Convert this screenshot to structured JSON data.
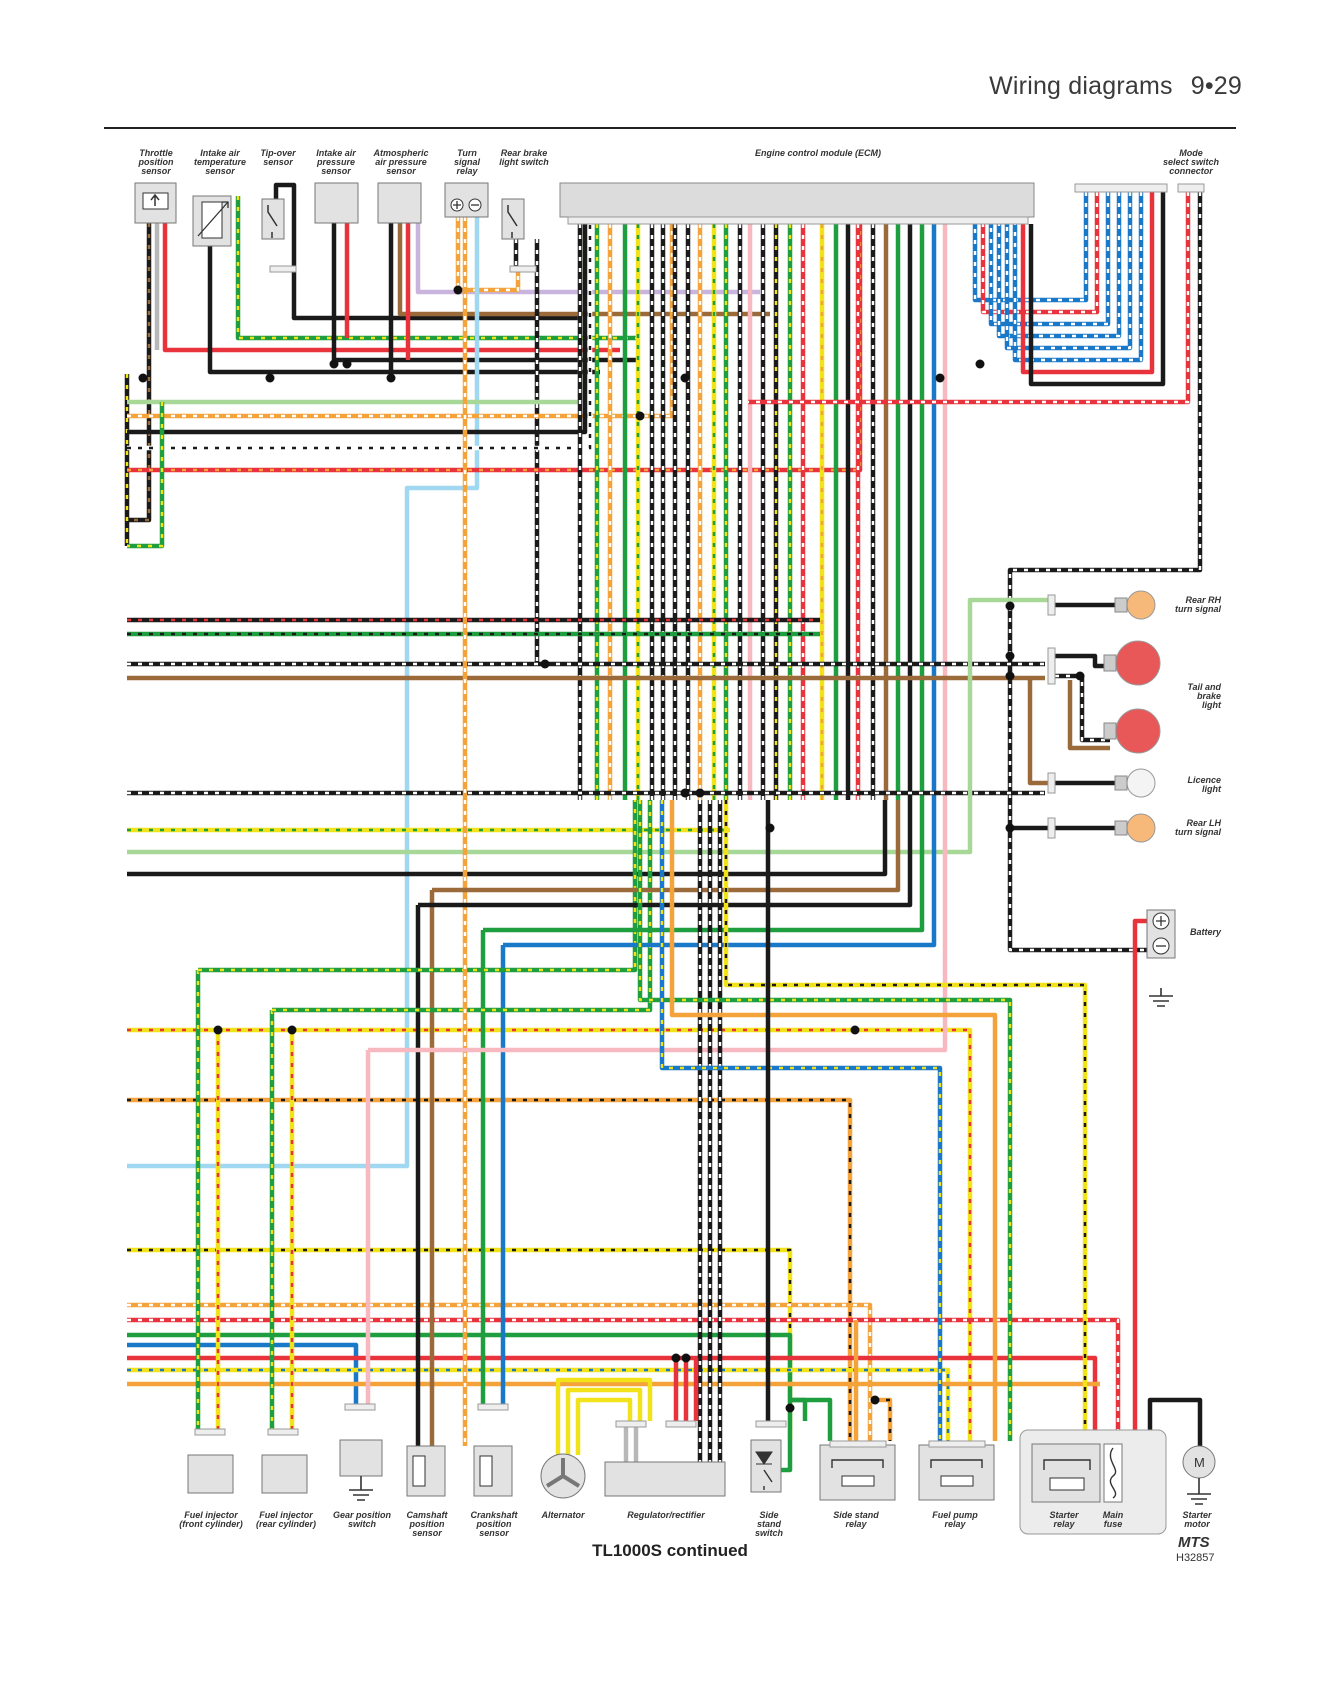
{
  "header": {
    "title": "Wiring diagrams",
    "page": "9•29"
  },
  "caption": "TL1000S continued",
  "logo": "MTS",
  "drawing_code": "H32857",
  "labels": {
    "tps": [
      "Throttle",
      "position",
      "sensor"
    ],
    "iat": [
      "Intake air",
      "temperature",
      "sensor"
    ],
    "tip": [
      "Tip-over",
      "sensor"
    ],
    "iap": [
      "Intake air",
      "pressure",
      "sensor"
    ],
    "aps": [
      "Atmospheric",
      "air pressure",
      "sensor"
    ],
    "tsr": [
      "Turn",
      "signal",
      "relay"
    ],
    "rbs": [
      "Rear brake",
      "light switch"
    ],
    "ecm": [
      "Engine control module (ECM)"
    ],
    "mode": [
      "Mode",
      "select switch",
      "connector"
    ],
    "rrh": [
      "Rear RH",
      "turn signal"
    ],
    "tail": [
      "Tail and",
      "brake",
      "light"
    ],
    "lic": [
      "Licence",
      "light"
    ],
    "rlh": [
      "Rear LH",
      "turn signal"
    ],
    "bat": [
      "Battery"
    ],
    "fi1": [
      "Fuel injector",
      "(front cylinder)"
    ],
    "fi2": [
      "Fuel injector",
      "(rear cylinder)"
    ],
    "gps": [
      "Gear position",
      "switch"
    ],
    "cam": [
      "Camshaft",
      "position",
      "sensor"
    ],
    "crk": [
      "Crankshaft",
      "position",
      "sensor"
    ],
    "alt": [
      "Alternator"
    ],
    "reg": [
      "Regulator/rectifier"
    ],
    "sss": [
      "Side",
      "stand",
      "switch"
    ],
    "ssr": [
      "Side stand",
      "relay"
    ],
    "fpr": [
      "Fuel pump",
      "relay"
    ],
    "str": [
      "Starter",
      "relay"
    ],
    "mf": [
      "Main",
      "fuse"
    ],
    "stm": [
      "Starter",
      "motor"
    ]
  },
  "colors": {
    "black": "#1a1a1a",
    "red": "#e8323c",
    "green": "#1e9e3e",
    "yellow": "#f2e21a",
    "orange": "#f4a23a",
    "blue": "#1a78c8",
    "lightblue": "#9fd8f0",
    "brown": "#9a6a3a",
    "grey": "#b8b8b8",
    "pink": "#f7b8c0",
    "violet": "#c8b4dc",
    "lightgreen": "#a8d898",
    "white": "#ffffff"
  }
}
